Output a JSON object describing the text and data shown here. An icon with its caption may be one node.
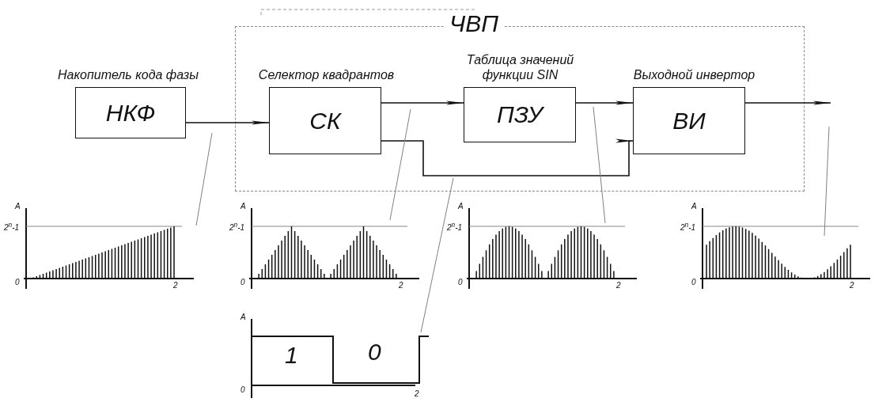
{
  "diagram": {
    "nodes": [
      {
        "text": [
          "Накопитель кода фазы",
          "НКФ"
        ]
      },
      {
        "text": [
          "ЧВП"
        ]
      },
      {
        "text": [
          "Селектор квадрантов",
          "СК"
        ],
        "in": 1
      },
      {
        "text": [
          "Таблица значений функции SIN",
          "ПЗУ"
        ],
        "in": 1
      },
      {
        "text": [
          "Выходной инвертор",
          "ВИ"
        ],
        "in": 1
      },
      {
        "text": [
          "A",
          "2$^{n}$-1",
          "0",
          "2"
        ]
      },
      {
        "text": [
          "A",
          "2$^{n}$-1",
          "0",
          "2"
        ]
      },
      {
        "text": [
          "A",
          "2$^{n}$-1",
          "0",
          "2"
        ]
      },
      {
        "text": [
          "A",
          "2$^{n}$-1",
          "0",
          "2"
        ]
      },
      {
        "text": [
          "A",
          "1",
          "0",
          "0",
          "2"
        ]
      }
    ],
    "edges": [
      {
        "from": 0,
        "to": 2,
        "arrow": "to"
      },
      {
        "from": 2,
        "to": 3,
        "arrow": "to"
      },
      {
        "from": 3,
        "to": 4,
        "arrow": "to"
      },
      {
        "from": 2,
        "to": 4,
        "arrow": "to"
      },
      {
        "from": 4,
        "to": null,
        "arrow": "to"
      },
      {
        "from": 5,
        "to": null,
        "arrow": "none",
        "color": "#808080"
      },
      {
        "from": 6,
        "to": null,
        "arrow": "none",
        "color": "#808080"
      },
      {
        "from": 7,
        "to": null,
        "arrow": "none",
        "color": "#808080"
      },
      {
        "from": 8,
        "to": null,
        "arrow": "none",
        "color": "#808080"
      },
      {
        "from": 9,
        "to": null,
        "arrow": "none",
        "color": "#808080"
      }
    ]
  }
}
